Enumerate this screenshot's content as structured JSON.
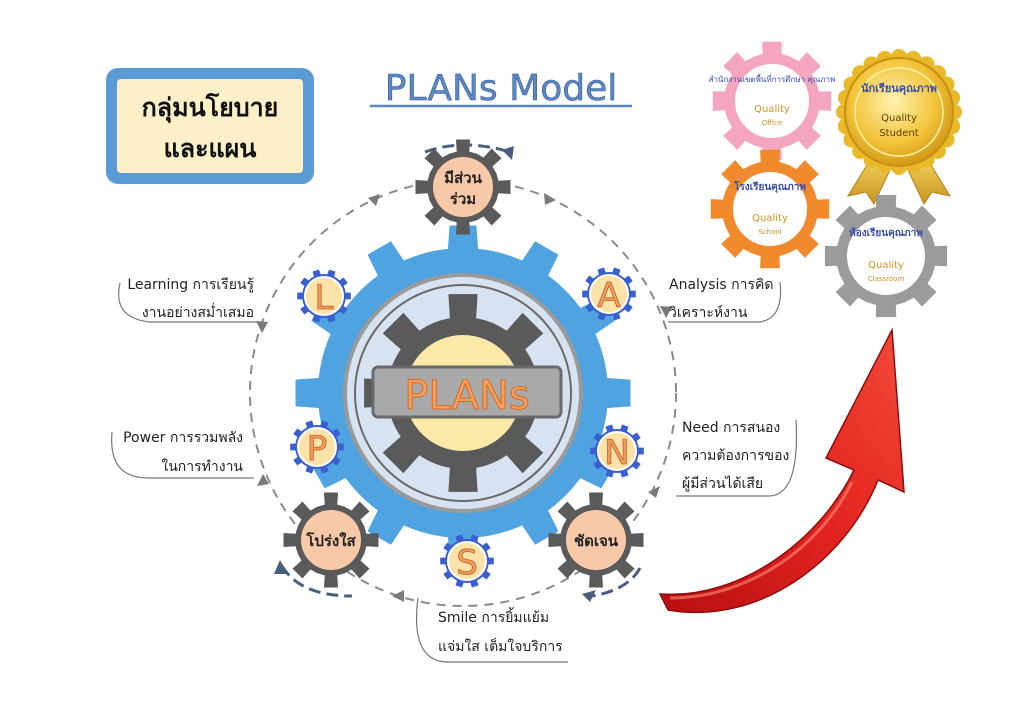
{
  "group_box": {
    "line1": "กลุ่มนโยบาย",
    "line2": "และแผน"
  },
  "title": "PLANs Model",
  "center_label": "PLANs",
  "letters": {
    "L": "L",
    "A": "A",
    "P": "P",
    "N": "N",
    "S": "S"
  },
  "gear_labels": {
    "top_line1": "มีส่วน",
    "top_line2": "ร่วม",
    "right": "ชัดเจน",
    "left": "โปร่งใส"
  },
  "captions": {
    "learning": {
      "line1": "Learning การเรียนรู้",
      "line2": "งานอย่างสม่ำเสมอ"
    },
    "analysis": {
      "line1": "Analysis การคิด",
      "line2": "วิเคราะห์งาน"
    },
    "power": {
      "line1": "Power การรวมพลัง",
      "line2": "ในการทำงาน"
    },
    "need": {
      "line1": "Need การสนอง",
      "line2": "ความต้องการของ",
      "line3": "ผู้มีส่วนได้เสีย"
    },
    "smile": {
      "line1": "Smile การยิ้มแย้ม",
      "line2": "แจ่มใส เต็มใจบริการ"
    }
  },
  "badges": {
    "office": {
      "arc": "สำนักงานเขตพื้นที่การศึกษา คุณภาพ",
      "label": "Quality",
      "sub": "Office"
    },
    "student": {
      "arc": "นักเรียนคุณภาพ",
      "label": "Quality",
      "sub": "Student"
    },
    "school": {
      "arc": "โรงเรียนคุณภาพ",
      "label": "Quality",
      "sub": "School"
    },
    "classroom": {
      "arc": "ห้องเรียนคุณภาพ",
      "label": "Quality",
      "sub": "Classroom"
    }
  },
  "colors": {
    "title_blue": "#5b87c4",
    "box_fill": "#fdf0c8",
    "box_border": "#5b9bd5",
    "outer_gear": "#4ea3e0",
    "inner_gear": "#5a5a5a",
    "gear_center": "#fce9a8",
    "small_gear_fill": "#f8c9a8",
    "small_gear_border": "#5a5a5a",
    "letter_ring": "#3a5fcf",
    "letter_fill": "#fbe2a8",
    "letter_text": "#e8842e",
    "center_text": "#f08a3c",
    "arrow_red": "#d3191d",
    "badge_pink": "#f4a6c0",
    "badge_orange": "#f08a2c",
    "badge_gray": "#9b9b9b",
    "medal_gold": "#e9b92a"
  }
}
